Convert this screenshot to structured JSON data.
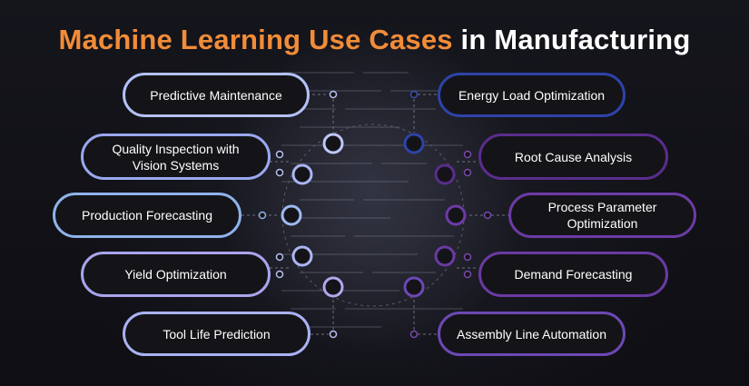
{
  "title": {
    "highlight": "Machine Learning Use Cases",
    "rest": "in Manufacturing"
  },
  "left_items": [
    {
      "label": "Predictive Maintenance"
    },
    {
      "label": "Quality Inspection with Vision Systems"
    },
    {
      "label": "Production Forecasting"
    },
    {
      "label": "Yield Optimization"
    },
    {
      "label": "Tool Life Prediction"
    }
  ],
  "right_items": [
    {
      "label": "Energy Load Optimization"
    },
    {
      "label": "Root Cause Analysis"
    },
    {
      "label": "Process Parameter Optimization"
    },
    {
      "label": "Demand Forecasting"
    },
    {
      "label": "Assembly Line Automation"
    }
  ],
  "colors": {
    "title_accent": "#f28c38",
    "title_text": "#ffffff",
    "left_ring": "#b9c3ff",
    "right_ring_blue": "#2e43a8",
    "right_ring_purple": "#6a3aa3",
    "background": "#121218"
  }
}
